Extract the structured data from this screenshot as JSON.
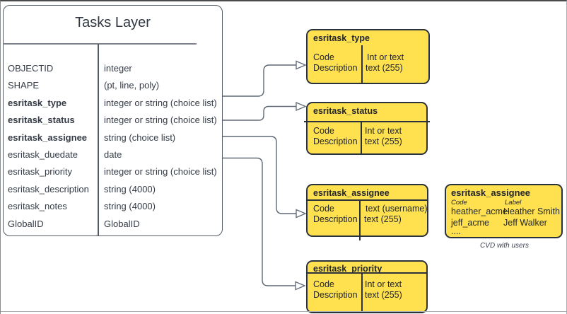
{
  "main_table": {
    "title": "Tasks Layer",
    "rows": [
      {
        "name": "OBJECTID",
        "type": "integer"
      },
      {
        "name": "SHAPE",
        "type": "(pt, line, poly)"
      },
      {
        "name": "esritask_type",
        "type": "integer or string (choice list)"
      },
      {
        "name": "esritask_status",
        "type": "integer or string (choice list)"
      },
      {
        "name": "esritask_assignee",
        "type": "string (choice list)"
      },
      {
        "name": "esritask_duedate",
        "type": "date"
      },
      {
        "name": "esritask_priority",
        "type": "integer or string (choice list)"
      },
      {
        "name": "esritask_description",
        "type": "string (4000)"
      },
      {
        "name": "esritask_notes",
        "type": "string (4000)"
      },
      {
        "name": "GlobalID",
        "type": "GlobalID"
      }
    ]
  },
  "boxes": {
    "type": {
      "title": "esritask_type",
      "col1": [
        "Code",
        "Description"
      ],
      "col2": [
        "Int or text",
        "text (255)"
      ]
    },
    "status": {
      "title": "esritask_status",
      "col1": [
        "Code",
        "Description"
      ],
      "col2": [
        "Int or text",
        "text (255)"
      ]
    },
    "assignee": {
      "title": "esritask_assignee",
      "col1": [
        "Code",
        "Description"
      ],
      "col2": [
        "text  (username)",
        "text (255)"
      ]
    },
    "priority": {
      "title": "esritask_priority",
      "col1": [
        "Code",
        "Description"
      ],
      "col2": [
        "Int or text",
        "text (255)"
      ]
    },
    "assignee_cvd": {
      "title": "esritask_assignee",
      "col_headers": [
        "Code",
        "Label"
      ],
      "rows": [
        {
          "code": "heather_acme",
          "label": "Heather Smith"
        },
        {
          "code": "jeff_acme",
          "label": "Jeff Walker"
        }
      ],
      "ellipsis": "....",
      "caption": "CVD with users"
    }
  },
  "colors": {
    "box_fill": "#FFE150",
    "box_stroke": "#2B323B",
    "table_stroke": "#515A64",
    "text": "#343B46",
    "connector": "#5F6A75"
  }
}
